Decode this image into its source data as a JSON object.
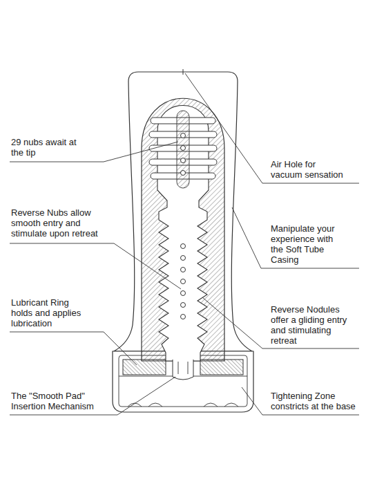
{
  "diagram": {
    "labels": [
      "29 nubs await at the tip",
      "Air Hole for vacuum sensation",
      "Reverse Nubs allow smooth entry and stimulate upon retreat",
      "Manipulate your experience with the Soft Tube Casing",
      "Lubricant Ring holds and applies lubrication",
      "Reverse Nodules offer a gliding entry and stimulating retreat",
      "The \"Smooth Pad\" Insertion Mechanism",
      "Tightening Zone constricts at the base"
    ]
  }
}
